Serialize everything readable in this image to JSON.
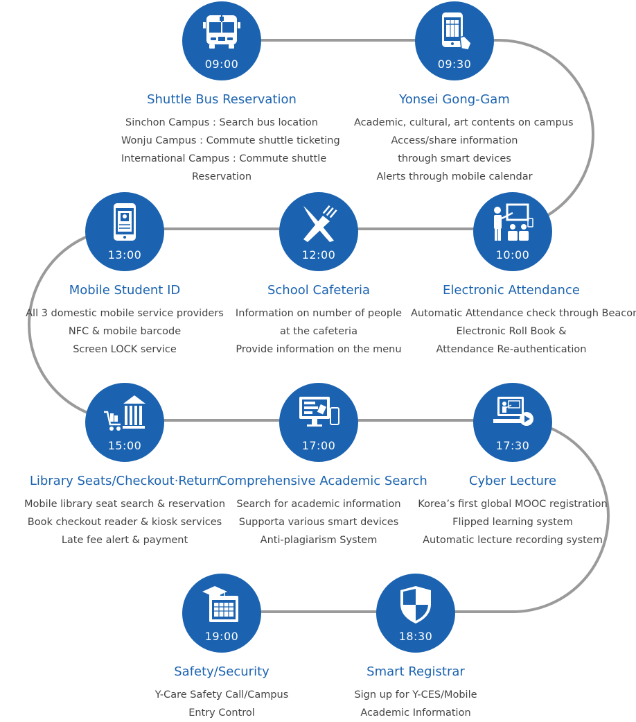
{
  "colors": {
    "accent": "#1b63b0",
    "track": "#9a9a9a",
    "text": "#444444"
  },
  "nodes": [
    {
      "time": "09:00",
      "icon": "bus-icon",
      "title": "Shuttle Bus Reservation",
      "lines": [
        "Sinchon Campus : Search bus location",
        "Wonju Campus : Commute shuttle ticketing",
        "International Campus : Commute shuttle",
        "Reservation"
      ]
    },
    {
      "time": "09:30",
      "icon": "smartphone-touch-icon",
      "title": "Yonsei Gong-Gam",
      "lines": [
        "Academic, cultural, art contents on campus",
        "Access/share information",
        "through smart devices",
        "Alerts through mobile calendar"
      ]
    },
    {
      "time": "10:00",
      "icon": "classroom-icon",
      "title": "Electronic Attendance",
      "lines": [
        "Automatic Attendance check through Beacon",
        "Electronic Roll Book &",
        "Attendance Re-authentication"
      ]
    },
    {
      "time": "12:00",
      "icon": "fork-knife-icon",
      "title": "School Cafeteria",
      "lines": [
        "Information on number of people",
        "at the cafeteria",
        "Provide information on the menu"
      ]
    },
    {
      "time": "13:00",
      "icon": "mobile-id-icon",
      "title": "Mobile Student ID",
      "lines": [
        "All 3 domestic mobile service providers",
        "NFC & mobile barcode",
        "Screen LOCK service"
      ]
    },
    {
      "time": "15:00",
      "icon": "library-cart-icon",
      "title": "Library Seats/Checkout·Return",
      "lines": [
        "Mobile library seat search & reservation",
        "Book checkout reader & kiosk services",
        "Late fee alert & payment"
      ]
    },
    {
      "time": "17:00",
      "icon": "monitor-search-icon",
      "title": "Comprehensive Academic Search",
      "lines": [
        "Search for academic information",
        "Supporta various smart devices",
        "Anti-plagiarism System"
      ]
    },
    {
      "time": "17:30",
      "icon": "laptop-play-icon",
      "title": "Cyber Lecture",
      "lines": [
        "Korea’s first global MOOC registration",
        "Flipped learning system",
        "Automatic lecture recording system"
      ]
    },
    {
      "time": "18:30",
      "icon": "shield-icon",
      "title": "Smart Registrar",
      "lines": [
        "Sign up for Y-CES/Mobile",
        "Academic  Information"
      ]
    },
    {
      "time": "19:00",
      "icon": "calendar-graduation-icon",
      "title": "Safety/Security",
      "lines": [
        "Y-Care Safety Call/Campus",
        "Entry Control"
      ]
    }
  ]
}
